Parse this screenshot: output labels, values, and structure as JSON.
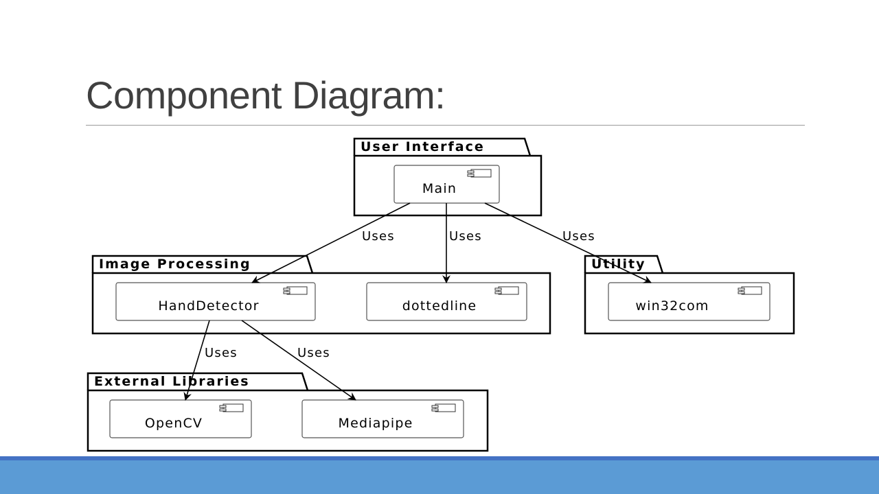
{
  "slide": {
    "title": "Component Diagram:"
  },
  "colors": {
    "title_text": "#404040",
    "rule": "#9a9a9a",
    "footer_band": "#5b9bd5",
    "footer_band_top": "#4472c4",
    "diagram_stroke": "#000000"
  },
  "diagram": {
    "packages": {
      "user_interface": "User Interface",
      "image_processing": "Image Processing",
      "utility": "Utility",
      "external_libraries": "External Libraries"
    },
    "components": {
      "main": "Main",
      "hand_detector": "HandDetector",
      "dottedline": "dottedline",
      "win32com": "win32com",
      "opencv": "OpenCV",
      "mediapipe": "Mediapipe"
    },
    "edges": {
      "main_to_handdetector": "Uses",
      "main_to_dottedline": "Uses",
      "main_to_win32com": "Uses",
      "handdetector_to_opencv": "Uses",
      "handdetector_to_mediapipe": "Uses"
    },
    "component_icon": "component-icon"
  }
}
